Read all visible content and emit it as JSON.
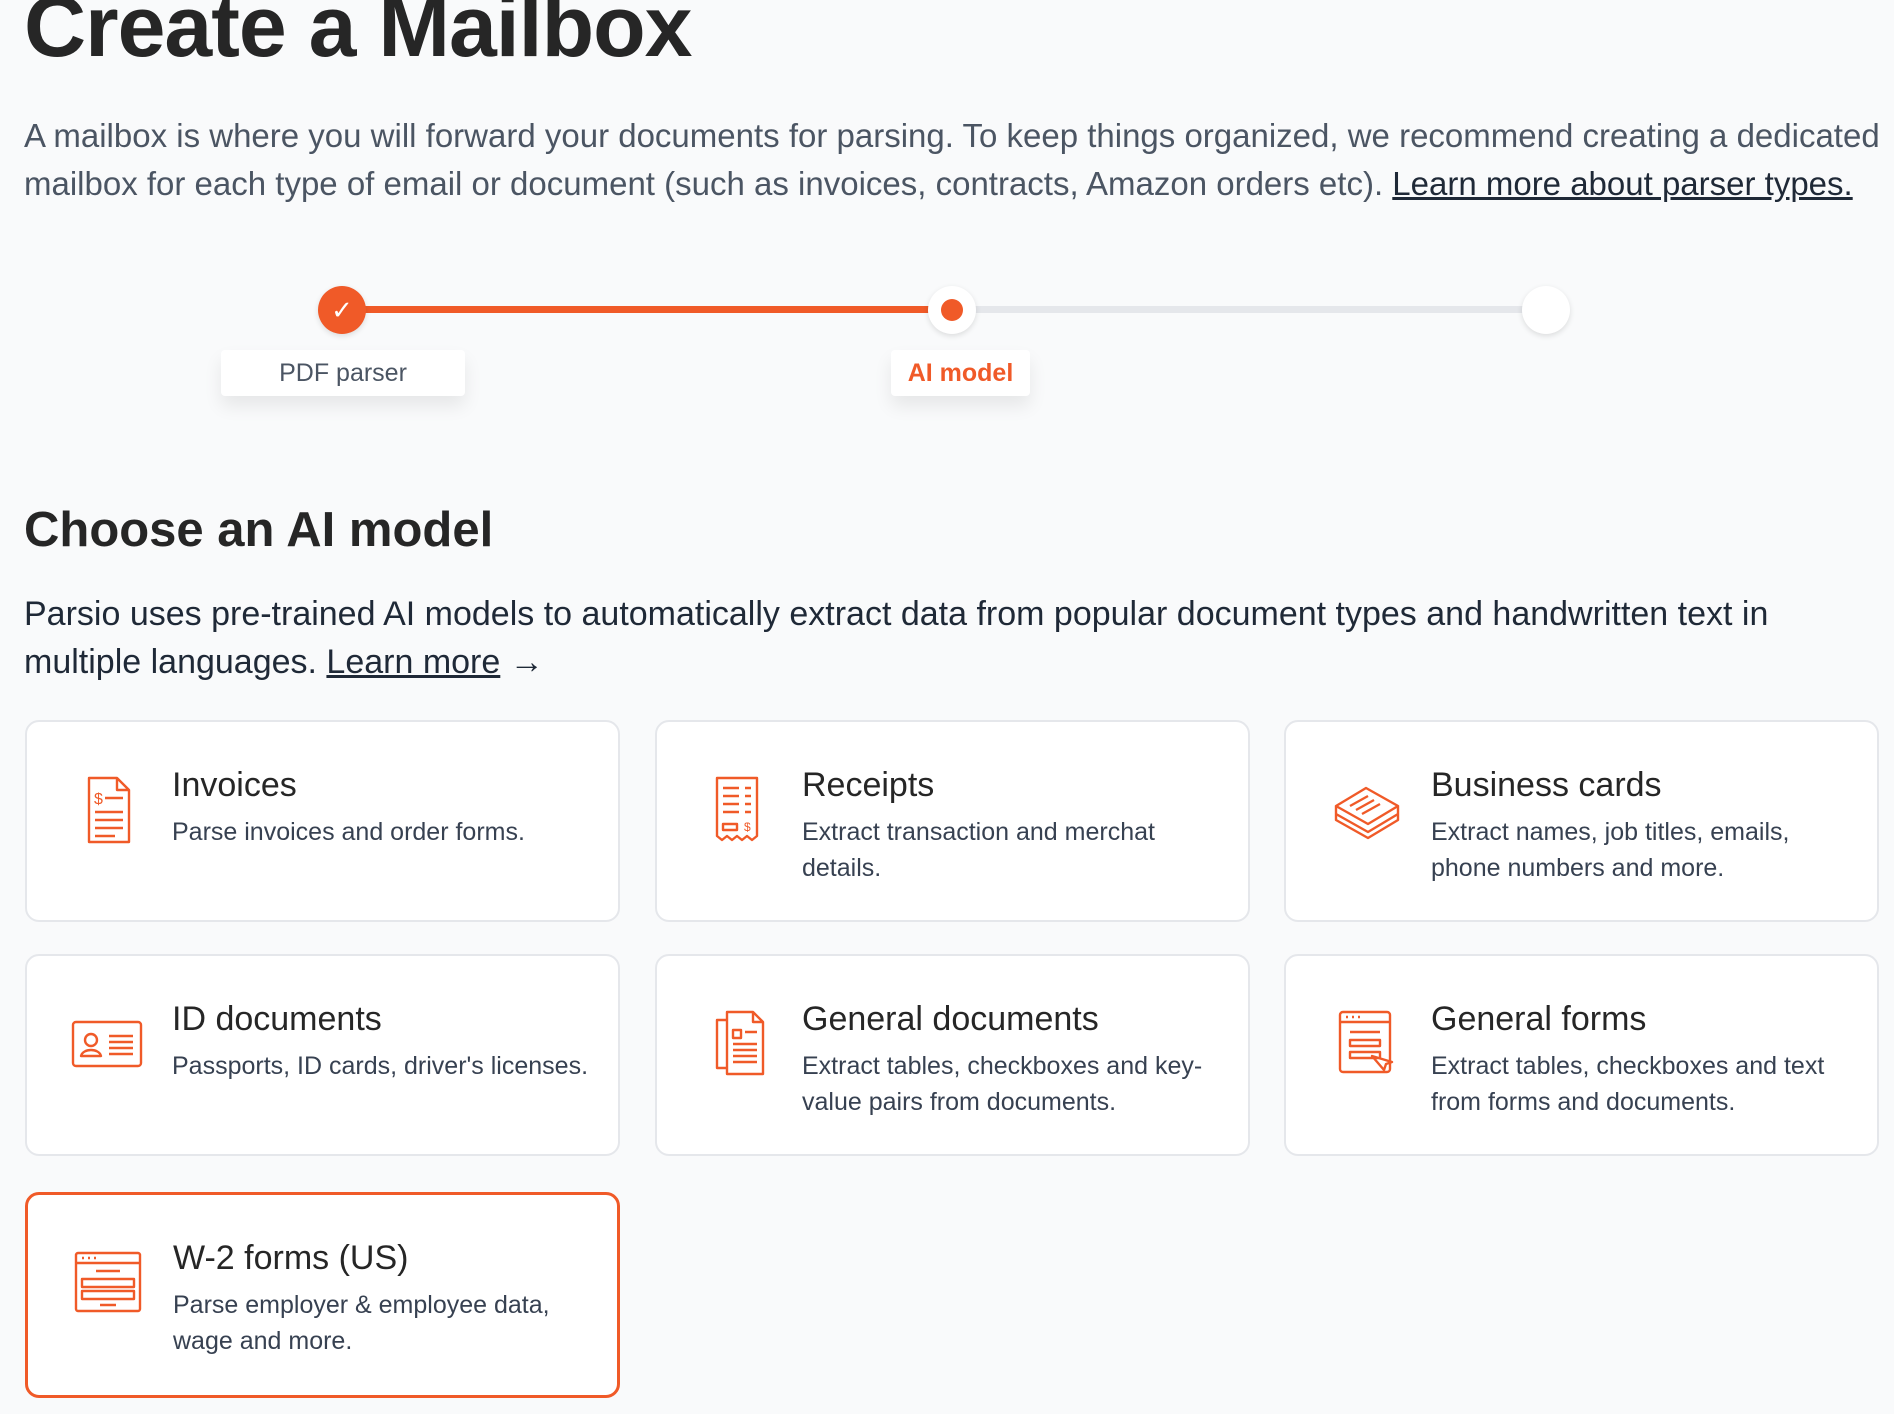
{
  "page_title": "Create a Mailbox",
  "intro": {
    "text": "A mailbox is where you will forward your documents for parsing. To keep things organized, we recommend creating a dedicated mailbox for each type of email or document (such as invoices, contracts, Amazon orders etc). ",
    "link": "Learn more about parser types."
  },
  "stepper": {
    "progress_percent": 50,
    "steps": [
      {
        "label": "PDF parser",
        "state": "done"
      },
      {
        "label": "AI model",
        "state": "current"
      },
      {
        "label": "",
        "state": "upcoming"
      }
    ]
  },
  "section_title": "Choose an AI model",
  "section_desc": {
    "text": "Parsio uses pre-trained AI models to automatically extract data from popular document types and handwritten text in multiple languages. ",
    "link": "Learn more",
    "arrow": "→"
  },
  "accent": "#f05a28",
  "models": [
    {
      "title": "Invoices",
      "desc": "Parse invoices and order forms.",
      "icon": "invoice-icon"
    },
    {
      "title": "Receipts",
      "desc": "Extract transaction and merchat details.",
      "icon": "receipt-icon"
    },
    {
      "title": "Business cards",
      "desc": "Extract names, job titles, emails, phone numbers and more.",
      "icon": "business-card-icon"
    },
    {
      "title": "ID documents",
      "desc": "Passports, ID cards, driver's licenses.",
      "icon": "id-card-icon"
    },
    {
      "title": "General documents",
      "desc": "Extract tables, checkboxes and key-value pairs from documents.",
      "icon": "document-icon"
    },
    {
      "title": "General forms",
      "desc": "Extract tables, checkboxes and text from forms and documents.",
      "icon": "form-icon"
    },
    {
      "title": "W-2 forms (US)",
      "desc": "Parse employer & employee data, wage and more.",
      "icon": "w2-form-icon",
      "selected": true
    }
  ]
}
